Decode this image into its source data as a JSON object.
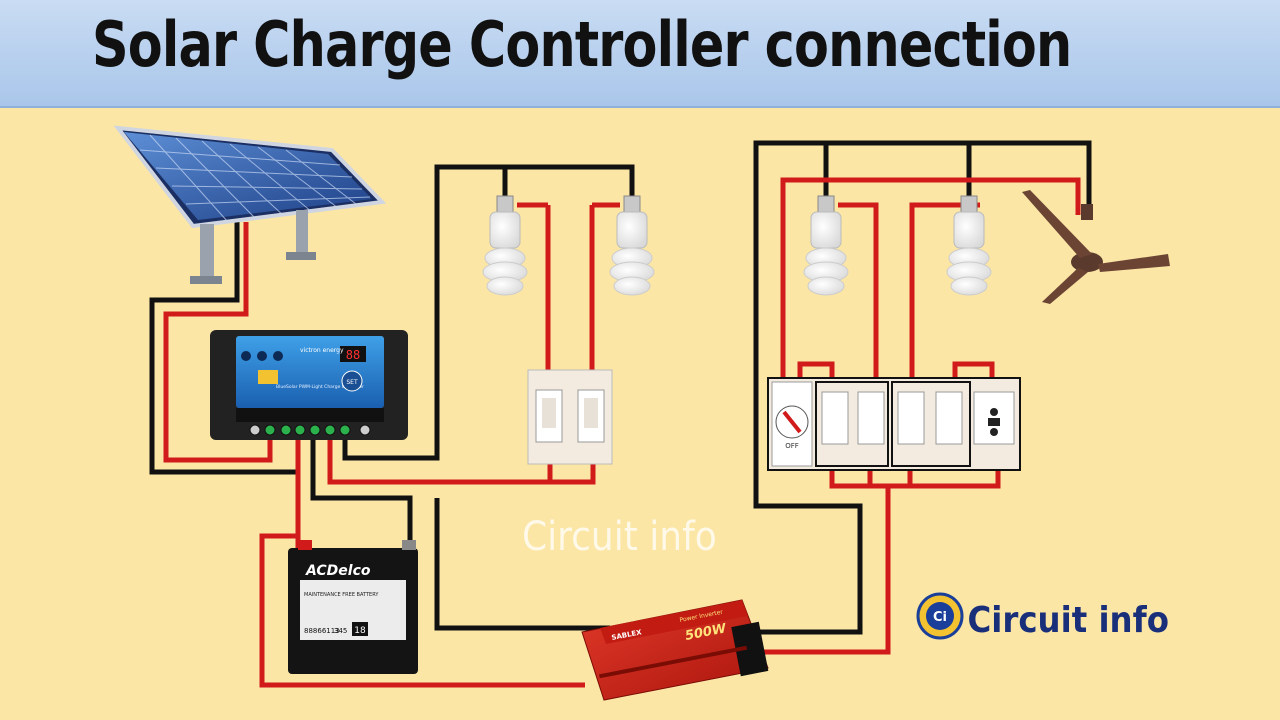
{
  "title": "Solar Charge Controller connection",
  "watermark": "Circuit info",
  "brand": {
    "logo_letters": "Ci",
    "name": "Circuit info"
  },
  "controller": {
    "brand": "victron energy",
    "display": "88",
    "button": "SET",
    "model": "BlueSolar PWM-Light Charge Controller"
  },
  "battery": {
    "brand": "ACDelco",
    "label": "MAINTENANCE FREE BATTERY",
    "code": "88866113",
    "code2": "345",
    "group": "18"
  },
  "inverter": {
    "brand": "SABLEX",
    "subtitle": "Power Inverter",
    "rating": "500W"
  },
  "switch_panel": {
    "regulator_off": "OFF"
  },
  "colors": {
    "background": "#fbe6a6",
    "header": "#b5cdee",
    "wire_red": "#d11a1a",
    "wire_black": "#111111"
  }
}
